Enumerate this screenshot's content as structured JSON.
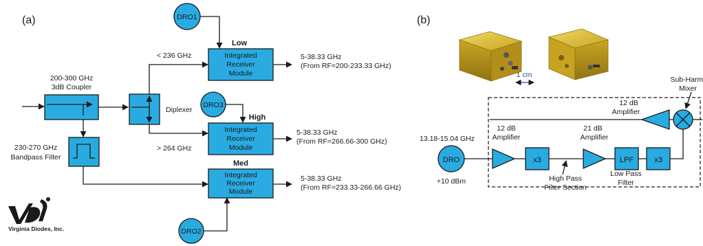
{
  "panel_a": {
    "label": "(a)",
    "coupler": {
      "line1": "200-300 GHz",
      "line2": "3dB Coupler"
    },
    "bandpass": {
      "line1": "230-270 GHz",
      "line2": "Bandpass Filter"
    },
    "diplexer": "Diplexer",
    "branch_low": "< 236 GHz",
    "branch_high": "> 264 GHz",
    "dro1": "DRO1",
    "dro2": "DRO2",
    "dro3": "DRO3",
    "receivers": [
      {
        "label": "Low",
        "l1": "Integrated",
        "l2": "Receiver",
        "l3": "Module",
        "out1": "5-38.33 GHz",
        "out2": "(From RF=200-233.33 GHz)"
      },
      {
        "label": "High",
        "l1": "Integrated",
        "l2": "Receiver",
        "l3": "Module",
        "out1": "5-38.33 GHz",
        "out2": "(From RF=266.66-300 GHz)"
      },
      {
        "label": "Med",
        "l1": "Integrated",
        "l2": "Receiver",
        "l3": "Module",
        "out1": "5-38.33 GHz",
        "out2": "(From RF=233.33-266.66 GHz)"
      }
    ],
    "logo": {
      "mark": "VDI",
      "text": "Virginia Diodes, Inc."
    }
  },
  "panel_b": {
    "label": "(b)",
    "scale": "1 cm",
    "mixer": {
      "l1": "Sub-Harmonic",
      "l2": "Mixer"
    },
    "amp_top": {
      "l1": "12 dB",
      "l2": "Amplifier"
    },
    "amp_1": {
      "l1": "12 dB",
      "l2": "Amplifier"
    },
    "amp_2": {
      "l1": "21 dB",
      "l2": "Amplifier"
    },
    "dro_freq": "13.18-15.04 GHz",
    "dro": "DRO",
    "dro_power": "+10 dBm",
    "mult_1": "x3",
    "mult_2": "x3",
    "lpf": "LPF",
    "hpf": {
      "l1": "High Pass",
      "l2": "Filter Section"
    },
    "lpf_label": {
      "l1": "Low Pass",
      "l2": "Filter"
    }
  },
  "colors": {
    "block": "#29abe2",
    "brass": "#d4b429"
  }
}
